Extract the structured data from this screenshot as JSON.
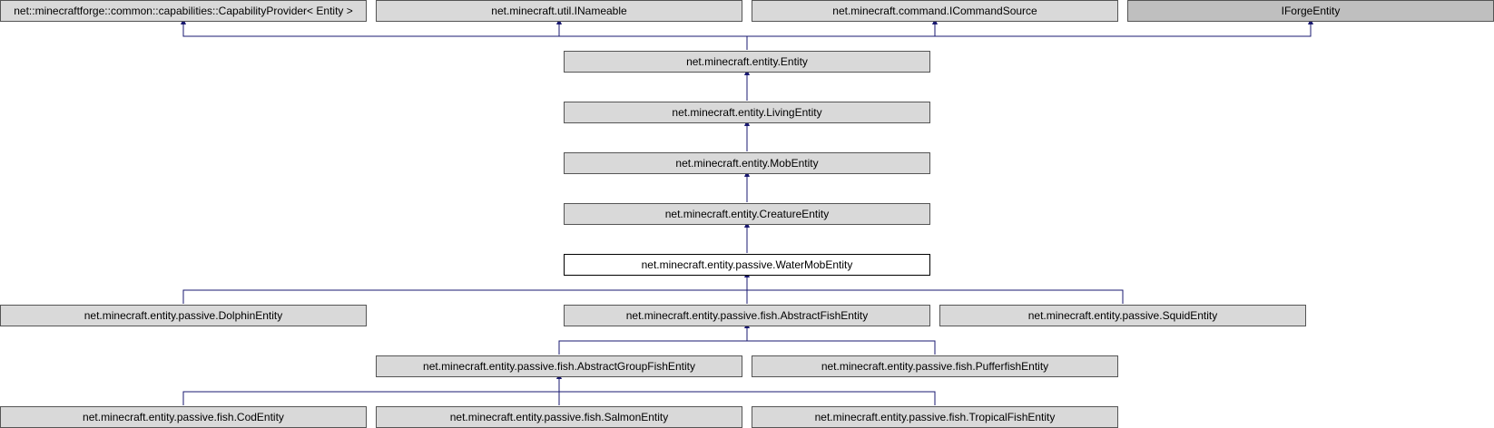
{
  "nodes": {
    "capability_provider": "net::minecraftforge::common::capabilities::CapabilityProvider< Entity >",
    "inameable": "net.minecraft.util.INameable",
    "icommandsource": "net.minecraft.command.ICommandSource",
    "iforgeentity": "IForgeEntity",
    "entity": "net.minecraft.entity.Entity",
    "living_entity": "net.minecraft.entity.LivingEntity",
    "mob_entity": "net.minecraft.entity.MobEntity",
    "creature_entity": "net.minecraft.entity.CreatureEntity",
    "water_mob_entity": "net.minecraft.entity.passive.WaterMobEntity",
    "dolphin_entity": "net.minecraft.entity.passive.DolphinEntity",
    "abstract_fish_entity": "net.minecraft.entity.passive.fish.AbstractFishEntity",
    "squid_entity": "net.minecraft.entity.passive.SquidEntity",
    "abstract_group_fish_entity": "net.minecraft.entity.passive.fish.AbstractGroupFishEntity",
    "pufferfish_entity": "net.minecraft.entity.passive.fish.PufferfishEntity",
    "cod_entity": "net.minecraft.entity.passive.fish.CodEntity",
    "salmon_entity": "net.minecraft.entity.passive.fish.SalmonEntity",
    "tropical_fish_entity": "net.minecraft.entity.passive.fish.TropicalFishEntity"
  },
  "colors": {
    "edge": "#191970",
    "node_fill": "#d9d9d9",
    "node_fill_dark": "#bfbfbf",
    "current_fill": "#ffffff"
  }
}
